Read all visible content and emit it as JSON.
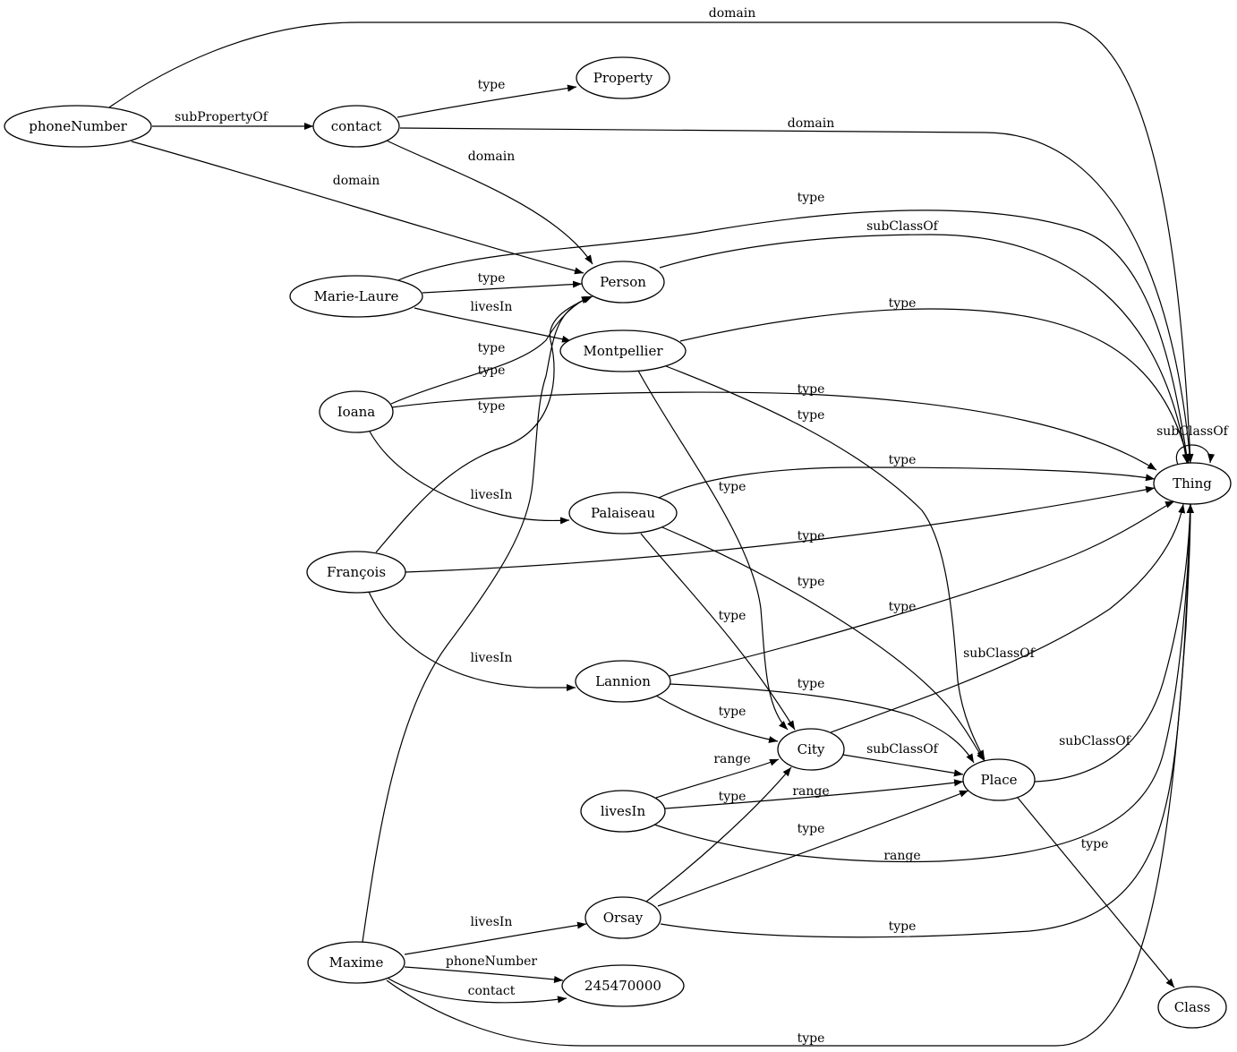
{
  "nodes": [
    {
      "id": "phoneNumber",
      "label": "phoneNumber"
    },
    {
      "id": "contact",
      "label": "contact"
    },
    {
      "id": "Property",
      "label": "Property"
    },
    {
      "id": "Marie-Laure",
      "label": "Marie-Laure"
    },
    {
      "id": "Person",
      "label": "Person"
    },
    {
      "id": "Montpellier",
      "label": "Montpellier"
    },
    {
      "id": "Ioana",
      "label": "Ioana"
    },
    {
      "id": "Palaiseau",
      "label": "Palaiseau"
    },
    {
      "id": "François",
      "label": "François"
    },
    {
      "id": "Lannion",
      "label": "Lannion"
    },
    {
      "id": "City",
      "label": "City"
    },
    {
      "id": "livesIn",
      "label": "livesIn"
    },
    {
      "id": "Place",
      "label": "Place"
    },
    {
      "id": "Orsay",
      "label": "Orsay"
    },
    {
      "id": "Maxime",
      "label": "Maxime"
    },
    {
      "id": "245470000",
      "label": "245470000"
    },
    {
      "id": "Thing",
      "label": "Thing"
    },
    {
      "id": "Class",
      "label": "Class"
    }
  ],
  "edges": [
    {
      "id": "e1",
      "from": "phoneNumber",
      "to": "Thing",
      "label": "domain"
    },
    {
      "id": "e2",
      "from": "phoneNumber",
      "to": "contact",
      "label": "subPropertyOf"
    },
    {
      "id": "e3",
      "from": "phoneNumber",
      "to": "Person",
      "label": "domain"
    },
    {
      "id": "e4",
      "from": "contact",
      "to": "Property",
      "label": "type"
    },
    {
      "id": "e5",
      "from": "contact",
      "to": "Thing",
      "label": "domain"
    },
    {
      "id": "e6",
      "from": "contact",
      "to": "Person",
      "label": "domain"
    },
    {
      "id": "e7",
      "from": "Marie-Laure",
      "to": "Thing",
      "label": "type"
    },
    {
      "id": "e8",
      "from": "Marie-Laure",
      "to": "Person",
      "label": "type"
    },
    {
      "id": "e9",
      "from": "Marie-Laure",
      "to": "Montpellier",
      "label": "livesIn"
    },
    {
      "id": "e10",
      "from": "Person",
      "to": "Thing",
      "label": "subClassOf"
    },
    {
      "id": "e11",
      "from": "Ioana",
      "to": "Person",
      "label": "type"
    },
    {
      "id": "e12",
      "from": "Ioana",
      "to": "Thing",
      "label": "type"
    },
    {
      "id": "e13",
      "from": "Ioana",
      "to": "Palaiseau",
      "label": "livesIn"
    },
    {
      "id": "e14",
      "from": "François",
      "to": "Person",
      "label": "type"
    },
    {
      "id": "e15",
      "from": "François",
      "to": "Thing",
      "label": "type"
    },
    {
      "id": "e16",
      "from": "François",
      "to": "Lannion",
      "label": "livesIn"
    },
    {
      "id": "e17",
      "from": "Maxime",
      "to": "Person",
      "label": "type"
    },
    {
      "id": "e18",
      "from": "Montpellier",
      "to": "Thing",
      "label": "type"
    },
    {
      "id": "e19",
      "from": "Montpellier",
      "to": "Place",
      "label": "type"
    },
    {
      "id": "e20",
      "from": "Montpellier",
      "to": "City",
      "label": "type"
    },
    {
      "id": "e21",
      "from": "Palaiseau",
      "to": "Thing",
      "label": "type"
    },
    {
      "id": "e22",
      "from": "Palaiseau",
      "to": "Place",
      "label": "type"
    },
    {
      "id": "e23",
      "from": "Palaiseau",
      "to": "City",
      "label": "type"
    },
    {
      "id": "e24",
      "from": "Lannion",
      "to": "Thing",
      "label": "type"
    },
    {
      "id": "e25",
      "from": "Lannion",
      "to": "Place",
      "label": "type"
    },
    {
      "id": "e26",
      "from": "Lannion",
      "to": "City",
      "label": "type"
    },
    {
      "id": "e27",
      "from": "City",
      "to": "Thing",
      "label": "subClassOf"
    },
    {
      "id": "e28",
      "from": "City",
      "to": "Place",
      "label": "subClassOf"
    },
    {
      "id": "e29",
      "from": "Place",
      "to": "Thing",
      "label": "subClassOf"
    },
    {
      "id": "e30",
      "from": "Place",
      "to": "Class",
      "label": "type"
    },
    {
      "id": "e31",
      "from": "livesIn",
      "to": "City",
      "label": "range"
    },
    {
      "id": "e32",
      "from": "livesIn",
      "to": "Place",
      "label": "range"
    },
    {
      "id": "e33",
      "from": "livesIn",
      "to": "Thing",
      "label": "range"
    },
    {
      "id": "e34",
      "from": "Orsay",
      "to": "City",
      "label": "type"
    },
    {
      "id": "e35",
      "from": "Orsay",
      "to": "Place",
      "label": "type"
    },
    {
      "id": "e36",
      "from": "Orsay",
      "to": "Thing",
      "label": "type"
    },
    {
      "id": "e37",
      "from": "Maxime",
      "to": "Orsay",
      "label": "livesIn"
    },
    {
      "id": "e38",
      "from": "Maxime",
      "to": "245470000",
      "label": "phoneNumber"
    },
    {
      "id": "e39",
      "from": "Maxime",
      "to": "245470000",
      "label": "contact"
    },
    {
      "id": "e40",
      "from": "Maxime",
      "to": "Thing",
      "label": "type"
    },
    {
      "id": "e41",
      "from": "Thing",
      "to": "Thing",
      "label": "subClassOf"
    }
  ]
}
